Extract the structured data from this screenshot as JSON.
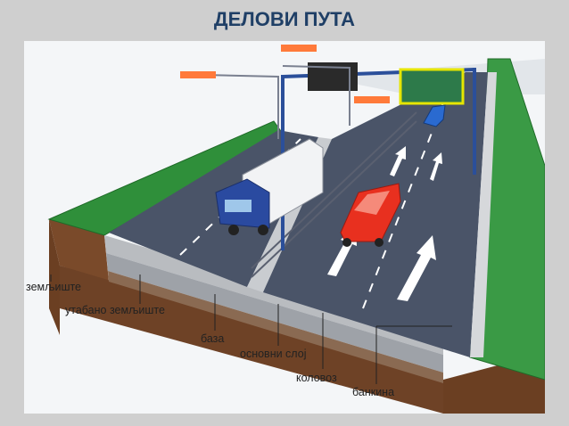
{
  "title": "ДЕЛОВИ ПУТА",
  "labels": {
    "soil": "земљиште",
    "compacted_soil": "утабано земљиште",
    "base": "база",
    "base_layer": "основни слој",
    "carriageway": "коловоз",
    "shoulder": "банкина"
  },
  "colors": {
    "title": "#1f3f66",
    "asphalt": "#4a5468",
    "grass": "#2f8f3a",
    "soil": "#7a4a2a",
    "gantry": "#2b4f9a",
    "sign": "#2d7a4a",
    "sign_border": "#e6e600"
  }
}
